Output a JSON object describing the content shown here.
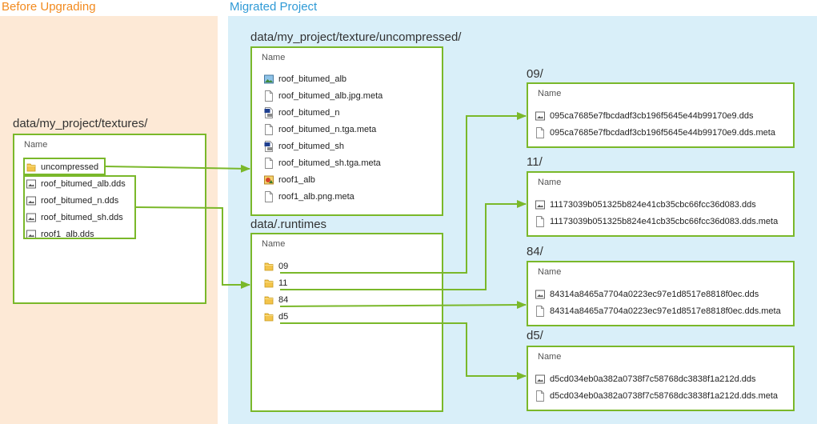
{
  "regions": {
    "before_title": "Before Upgrading",
    "migrated_title": "Migrated Project"
  },
  "colors": {
    "accent_green": "#7ab82a",
    "before_bg": "#fde9d6",
    "migrated_bg": "#d9eff9",
    "before_title": "#f28a1e",
    "migrated_title": "#2f9ad6"
  },
  "column_header": "Name",
  "before": {
    "path": "data/my_project/textures/",
    "folder": "uncompressed",
    "files": [
      "roof_bitumed_alb.dds",
      "roof_bitumed_n.dds",
      "roof_bitumed_sh.dds",
      "roof1_alb.dds"
    ]
  },
  "uncompressed": {
    "path": "data/my_project/texture/uncompressed/",
    "files": [
      {
        "name": "roof_bitumed_alb",
        "icon": "jpg-image-icon"
      },
      {
        "name": "roof_bitumed_alb.jpg.meta",
        "icon": "file-icon"
      },
      {
        "name": "roof_bitumed_n",
        "icon": "tga-image-icon"
      },
      {
        "name": "roof_bitumed_n.tga.meta",
        "icon": "file-icon"
      },
      {
        "name": "roof_bitumed_sh",
        "icon": "tga-image-icon"
      },
      {
        "name": "roof_bitumed_sh.tga.meta",
        "icon": "file-icon"
      },
      {
        "name": "roof1_alb",
        "icon": "png-image-icon"
      },
      {
        "name": "roof1_alb.png.meta",
        "icon": "file-icon"
      }
    ]
  },
  "runtimes": {
    "path": "data/.runtimes",
    "folders": [
      "09",
      "11",
      "84",
      "d5"
    ]
  },
  "hash_folders": [
    {
      "title": "09/",
      "files": [
        "095ca7685e7fbcdadf3cb196f5645e44b99170e9.dds",
        "095ca7685e7fbcdadf3cb196f5645e44b99170e9.dds.meta"
      ]
    },
    {
      "title": "11/",
      "files": [
        "11173039b051325b824e41cb35cbc66fcc36d083.dds",
        "11173039b051325b824e41cb35cbc66fcc36d083.dds.meta"
      ]
    },
    {
      "title": "84/",
      "files": [
        "84314a8465a7704a0223ec97e1d8517e8818f0ec.dds",
        "84314a8465a7704a0223ec97e1d8517e8818f0ec.dds.meta"
      ]
    },
    {
      "title": "d5/",
      "files": [
        "d5cd034eb0a382a0738f7c58768dc3838f1a212d.dds",
        "d5cd034eb0a382a0738f7c58768dc3838f1a212d.dds.meta"
      ]
    }
  ]
}
